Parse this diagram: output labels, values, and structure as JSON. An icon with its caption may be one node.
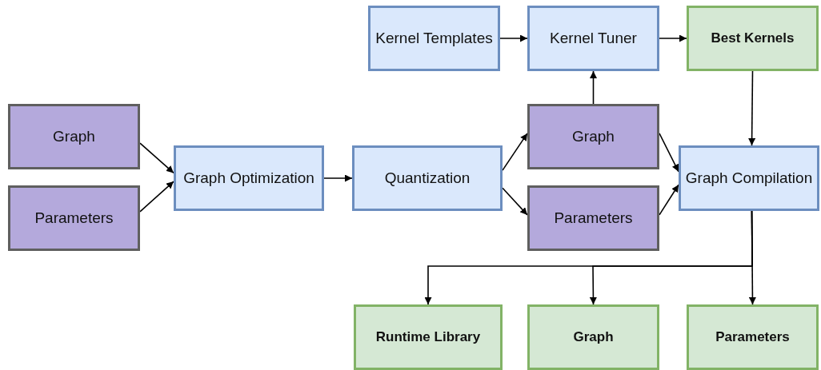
{
  "diagram": {
    "nodes": [
      {
        "text": [
          "Graph"
        ]
      },
      {
        "text": [
          "Parameters"
        ]
      },
      {
        "text": [
          "Graph Optimization"
        ]
      },
      {
        "text": [
          "Quantization"
        ]
      },
      {
        "text": [
          "Kernel Templates"
        ]
      },
      {
        "text": [
          "Kernel Tuner"
        ]
      },
      {
        "text": [
          "Best Kernels"
        ]
      },
      {
        "text": [
          "Graph"
        ]
      },
      {
        "text": [
          "Parameters"
        ]
      },
      {
        "text": [
          "Graph Compilation"
        ]
      },
      {
        "text": [
          "Runtime Library"
        ]
      },
      {
        "text": [
          "Graph"
        ]
      },
      {
        "text": [
          "Parameters"
        ]
      }
    ],
    "edges": [
      {
        "from": 0,
        "to": 2,
        "arrow": "to"
      },
      {
        "from": 1,
        "to": 2,
        "arrow": "to"
      },
      {
        "from": 2,
        "to": 3,
        "arrow": "to"
      },
      {
        "from": 3,
        "to": 7,
        "arrow": "to"
      },
      {
        "from": 3,
        "to": 8,
        "arrow": "to"
      },
      {
        "from": 4,
        "to": 5,
        "arrow": "to"
      },
      {
        "from": 5,
        "to": 6,
        "arrow": "to"
      },
      {
        "from": 7,
        "to": 5,
        "arrow": "to"
      },
      {
        "from": 6,
        "to": 9,
        "arrow": "to"
      },
      {
        "from": 7,
        "to": 9,
        "arrow": "to"
      },
      {
        "from": 8,
        "to": 9,
        "arrow": "to"
      },
      {
        "from": 9,
        "to": 10,
        "arrow": "to"
      },
      {
        "from": 9,
        "to": 11,
        "arrow": "to"
      },
      {
        "from": 9,
        "to": 12,
        "arrow": "to"
      }
    ]
  }
}
